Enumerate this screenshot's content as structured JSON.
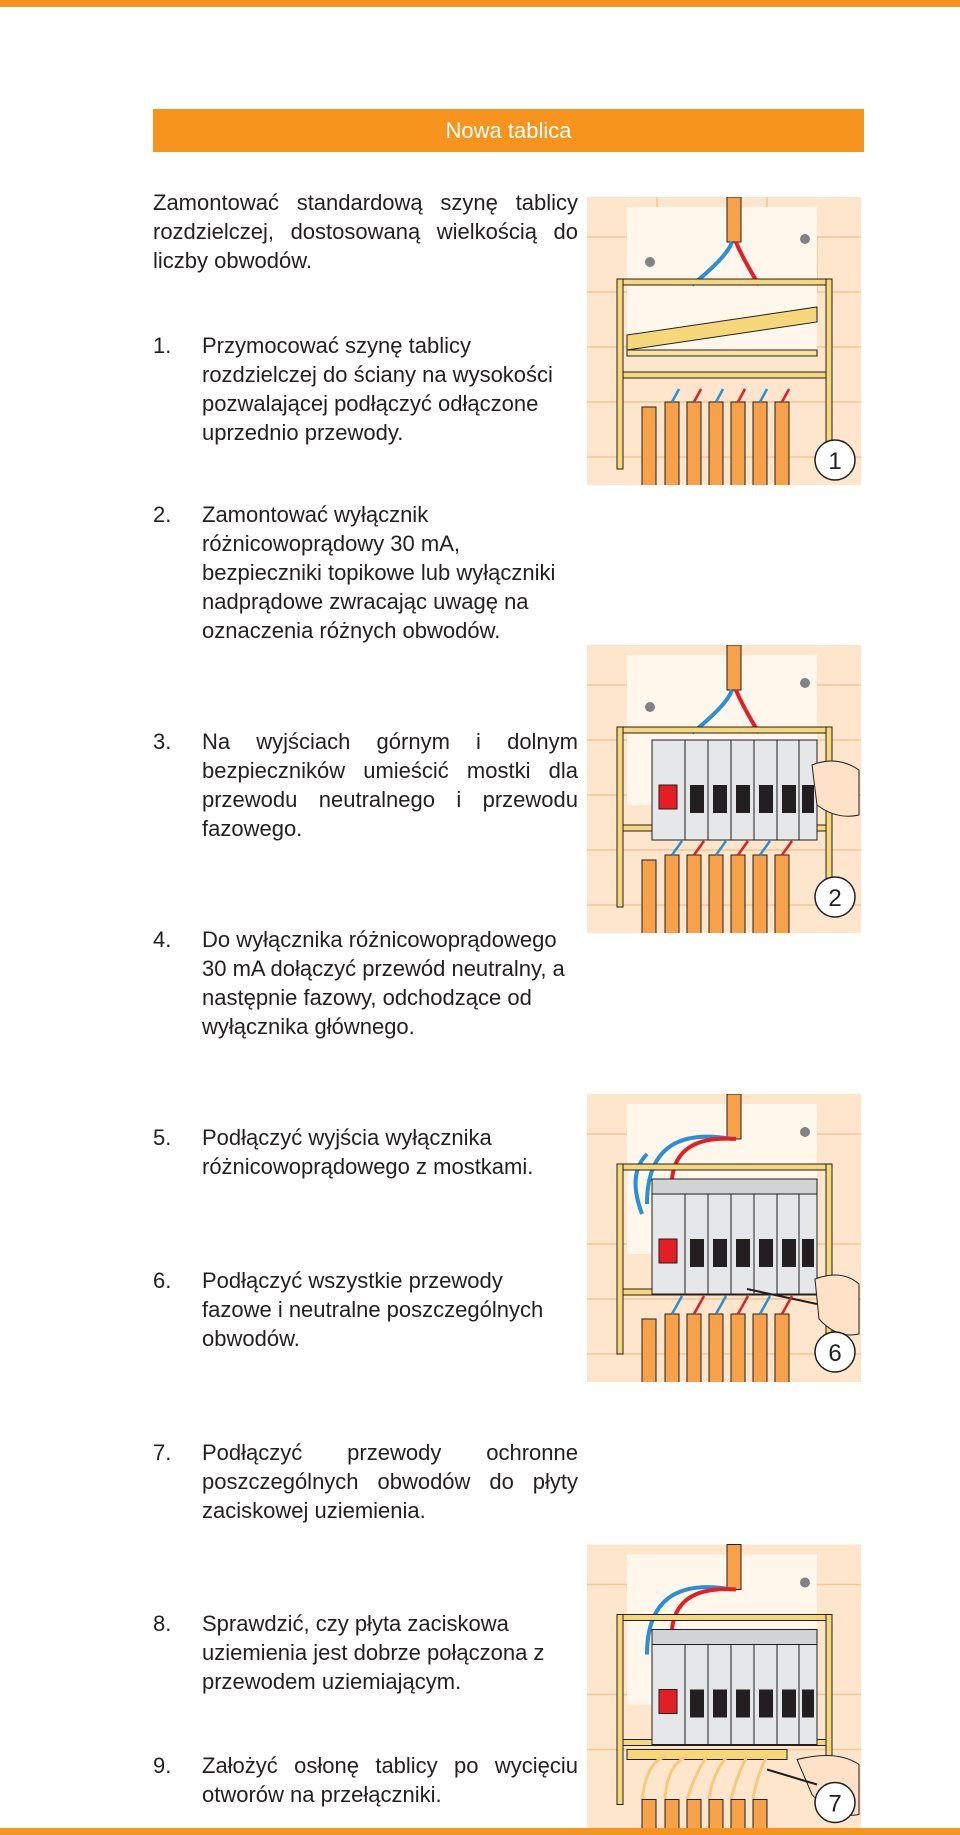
{
  "header": {
    "title": "Nowa tablica"
  },
  "intro": "Zamontować standardową szynę tablicy rozdzielczej, dostosowaną wielkością do liczby obwodów.",
  "steps": [
    {
      "num": "1.",
      "text": "Przymocować szynę tablicy rozdzielczej do ściany na wysokości pozwalającej podłączyć odłączone uprzednio przewody."
    },
    {
      "num": "2.",
      "text": "Zamontować wyłącznik różnicowoprądowy 30 mA, bezpieczniki topikowe lub wyłączniki nadprądowe zwracając uwagę na oznaczenia różnych obwodów."
    },
    {
      "num": "3.",
      "text": "Na wyjściach górnym i dolnym bezpieczników umieścić mostki dla przewodu neutralnego i przewodu fazowego."
    },
    {
      "num": "4.",
      "text": "Do wyłącznika różnicowoprądowego 30 mA dołączyć przewód neutralny, a następnie fazowy, odchodzące od wyłącznika głównego."
    },
    {
      "num": "5.",
      "text": "Podłączyć wyjścia wyłącznika różnicowoprądowego z mostkami."
    },
    {
      "num": "6.",
      "text": "Podłączyć wszystkie przewody fazowe i neutralne poszczególnych obwodów."
    },
    {
      "num": "7.",
      "text": "Podłączyć przewody ochronne poszczególnych obwodów do płyty zaciskowej uziemienia."
    },
    {
      "num": "8.",
      "text": "Sprawdzić, czy płyta zaciskowa uziemienia jest dobrze połączona z przewodem uziemiającym."
    },
    {
      "num": "9.",
      "text": "Założyć osłonę tablicy po wycięciu otworów na przełączniki."
    }
  ],
  "illustrations": [
    {
      "label": "1"
    },
    {
      "label": "2"
    },
    {
      "label": "6"
    },
    {
      "label": "7"
    }
  ],
  "colors": {
    "accent": "#f7941d",
    "wall": "#fde6cc",
    "wall_line": "#f5c594",
    "rail": "#f6d77a",
    "cable": "#f7a24a",
    "phase_wire": "#e31e24",
    "neutral_wire": "#2b8fd6"
  }
}
